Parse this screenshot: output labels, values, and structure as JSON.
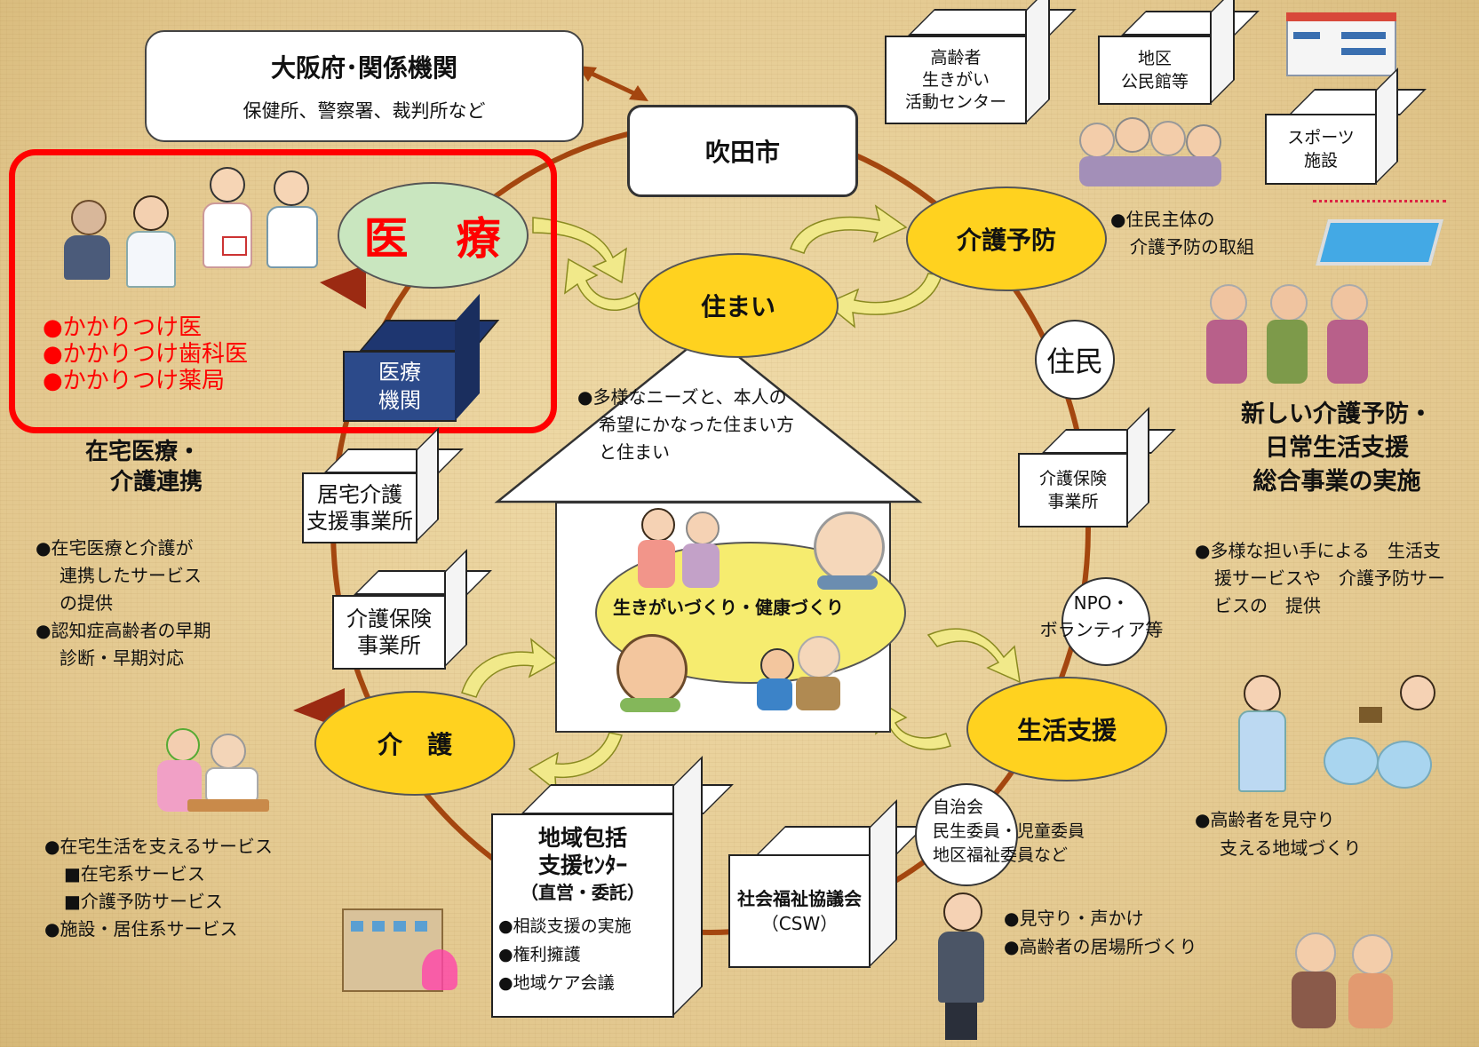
{
  "osaka": {
    "title": "大阪府･関係機関",
    "sub": "保健所、警察署、裁判所など"
  },
  "suita": "吹田市",
  "iryo": "医　療",
  "iryo_list": [
    "●かかりつけ医",
    "●かかりつけ歯科医",
    "●かかりつけ薬局"
  ],
  "iryo_kikan": [
    "医療",
    "機関"
  ],
  "zaitaku": {
    "title": [
      "在宅医療・",
      "介護連携"
    ],
    "items": [
      "●在宅医療と介護が",
      "連携したサービス",
      "の提供",
      "●認知症高齢者の早期",
      "診断・早期対応"
    ]
  },
  "kyotaku": [
    "居宅介護",
    "支援事業所"
  ],
  "hoken_left": [
    "介護保険",
    "事業所"
  ],
  "kaigo": "介　護",
  "kaigo_list": [
    "●在宅生活を支えるサービス",
    "■在宅系サービス",
    "■介護予防サービス",
    "●施設・居住系サービス"
  ],
  "sumai": "住まい",
  "house_text": [
    "●多様なニーズと、本人の",
    "希望にかなった住まい方",
    "と住まい"
  ],
  "ikigai": "生きがいづくり・健康づくり",
  "houkatsu": {
    "lines": [
      "地域包括",
      "支援ｾﾝﾀｰ",
      "（直営・委託）"
    ],
    "items": [
      "●相談支援の実施",
      "●権利擁護",
      "●地域ケア会議"
    ]
  },
  "shakyo": [
    "社会福祉協議会",
    "（CSW）"
  ],
  "jichikai": [
    "自治会",
    "民生委員・児童委員",
    "地区福祉委員など"
  ],
  "mimamori": [
    "●見守り・声かけ",
    "●高齢者の居場所づくり"
  ],
  "seikatsu": "生活支援",
  "npo": [
    "NPO・",
    "ボランティア等"
  ],
  "hoken_right": [
    "介護保険",
    "事業所"
  ],
  "jumin": "住民",
  "yobo": "介護予防",
  "yobo_note": [
    "●住民主体の",
    "介護予防の取組"
  ],
  "koreisha_center": [
    "高齢者",
    "生きがい",
    "活動センター"
  ],
  "chiku": [
    "地区",
    "公民館等"
  ],
  "sports": [
    "スポーツ",
    "施設"
  ],
  "sogo": [
    "新しい介護予防・",
    "日常生活支援",
    "総合事業の実施"
  ],
  "sogo_items": [
    "●多様な担い手による　生活支",
    "援サービスや　介護予防サー",
    "ビスの　提供"
  ],
  "mimamori_right": [
    "●高齢者を見守り",
    "支える地域づくり"
  ],
  "colors": {
    "ring": "#a4460f",
    "yellow": "#ffd21f",
    "green_oval": "#c9e6bf",
    "red": "#ff0000",
    "navy": "#2c4a8a"
  }
}
